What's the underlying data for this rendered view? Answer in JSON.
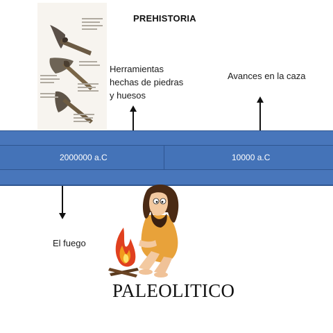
{
  "title": "PREHISTORIA",
  "timeline": {
    "date_left": "2000000 a.C",
    "date_right": "10000 a.C",
    "bar_color": "#4473b8"
  },
  "events": {
    "tools": "Herramientas hechas de piedras y huesos",
    "caza": "Avances en la caza",
    "fuego": "El fuego"
  },
  "period_label": "PALEOLITICO",
  "illustrations": {
    "tools": "stone-tools-illustration",
    "caveman": "caveman-with-fire-illustration"
  }
}
